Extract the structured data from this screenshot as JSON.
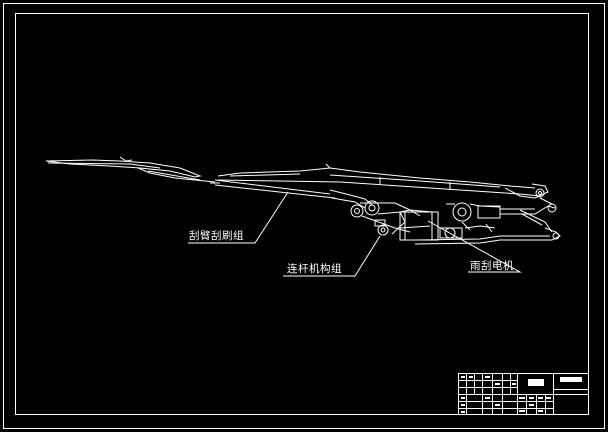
{
  "drawing": {
    "background": "#000000",
    "line_color": "#ffffff",
    "labels": {
      "wiper_arm_blade": "刮臂刮刷组",
      "linkage": "连杆机构组",
      "wiper_motor": "雨刮电机"
    }
  }
}
